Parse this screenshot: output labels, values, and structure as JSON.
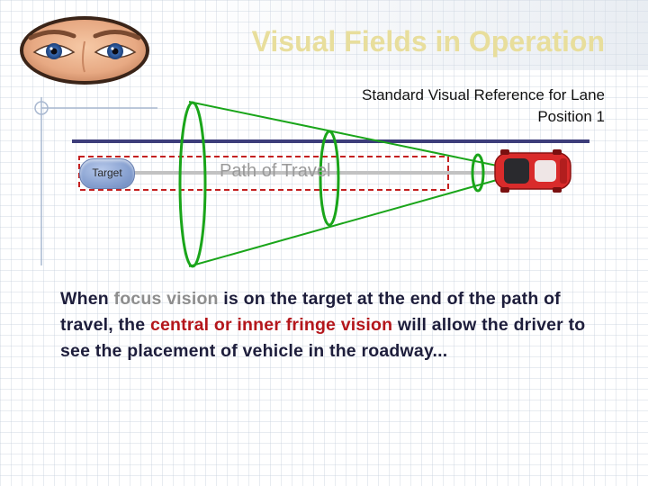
{
  "slide": {
    "title": "Visual Fields in Operation",
    "subtitle": "Standard Visual Reference for Lane Position 1"
  },
  "logo": {
    "icon": "eyes-icon"
  },
  "diagram": {
    "target_label": "Target",
    "path_label": "Path of Travel",
    "lane_line_color": "#3d3d7a",
    "cone_color": "#1aa51a",
    "path_box_color": "#c42020",
    "car_color": "#d92b2b",
    "car_icon": "car-icon",
    "field_ellipses": [
      "outer-field",
      "middle-field",
      "inner-field"
    ]
  },
  "body": {
    "text_before_focus": "When ",
    "focus_term": "focus vision",
    "text_mid": " is on the target at the end of the path of travel, the ",
    "central_term": "central or inner fringe vision",
    "text_after": " will allow the  driver to see the placement of vehicle in the roadway..."
  },
  "colors": {
    "title": "#e8de9c",
    "body_text": "#1d1d3b",
    "focus_term": "#8e8e8e",
    "central_term": "#b4161b"
  }
}
